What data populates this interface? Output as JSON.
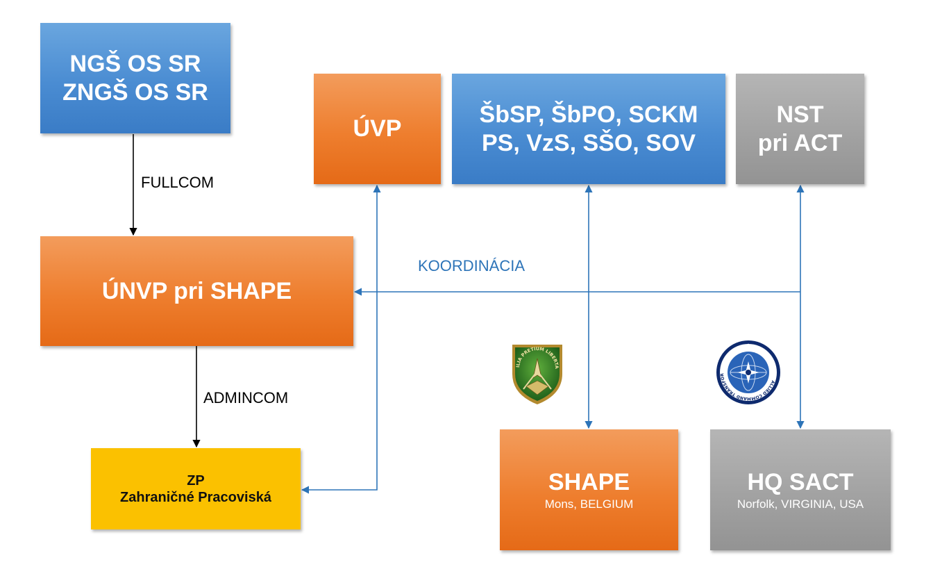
{
  "boxes": {
    "ngs": {
      "lines": [
        "NGŠ OS SR",
        "ZNGŠ OS SR"
      ]
    },
    "uvp": {
      "lines": [
        "ÚVP"
      ]
    },
    "sbsp": {
      "lines": [
        "ŠbSP, ŠbPO, SCKM",
        "PS, VzS, SŠO, SOV"
      ]
    },
    "nst": {
      "lines": [
        "NST",
        "pri ACT"
      ]
    },
    "unvp": {
      "lines": [
        "ÚNVP pri SHAPE"
      ]
    },
    "zp": {
      "lines": [
        "ZP",
        "Zahraničné Pracoviská"
      ]
    },
    "shape": {
      "title": "SHAPE",
      "subtitle": "Mons, BELGIUM"
    },
    "hq": {
      "title": "HQ SACT",
      "subtitle": "Norfolk, VIRGINIA,  USA"
    }
  },
  "labels": {
    "fullcom": "FULLCOM",
    "admincom": "ADMINCOM",
    "koordinacia": "KOORDINÁCIA"
  },
  "emblems": {
    "shape": {
      "icon": "shape-emblem-icon",
      "text": "VIGILIA PRETIUM LIBERTATIS"
    },
    "act": {
      "icon": "act-emblem-icon",
      "text": "ALLIED COMMAND TRANSFORMATION"
    }
  },
  "colors": {
    "blue": "#4a8cd2",
    "orange": "#ee7e2e",
    "gray": "#a2a2a2",
    "yellow": "#fbc100",
    "connector_blue": "#2d74b8",
    "connector_black": "#000000"
  }
}
